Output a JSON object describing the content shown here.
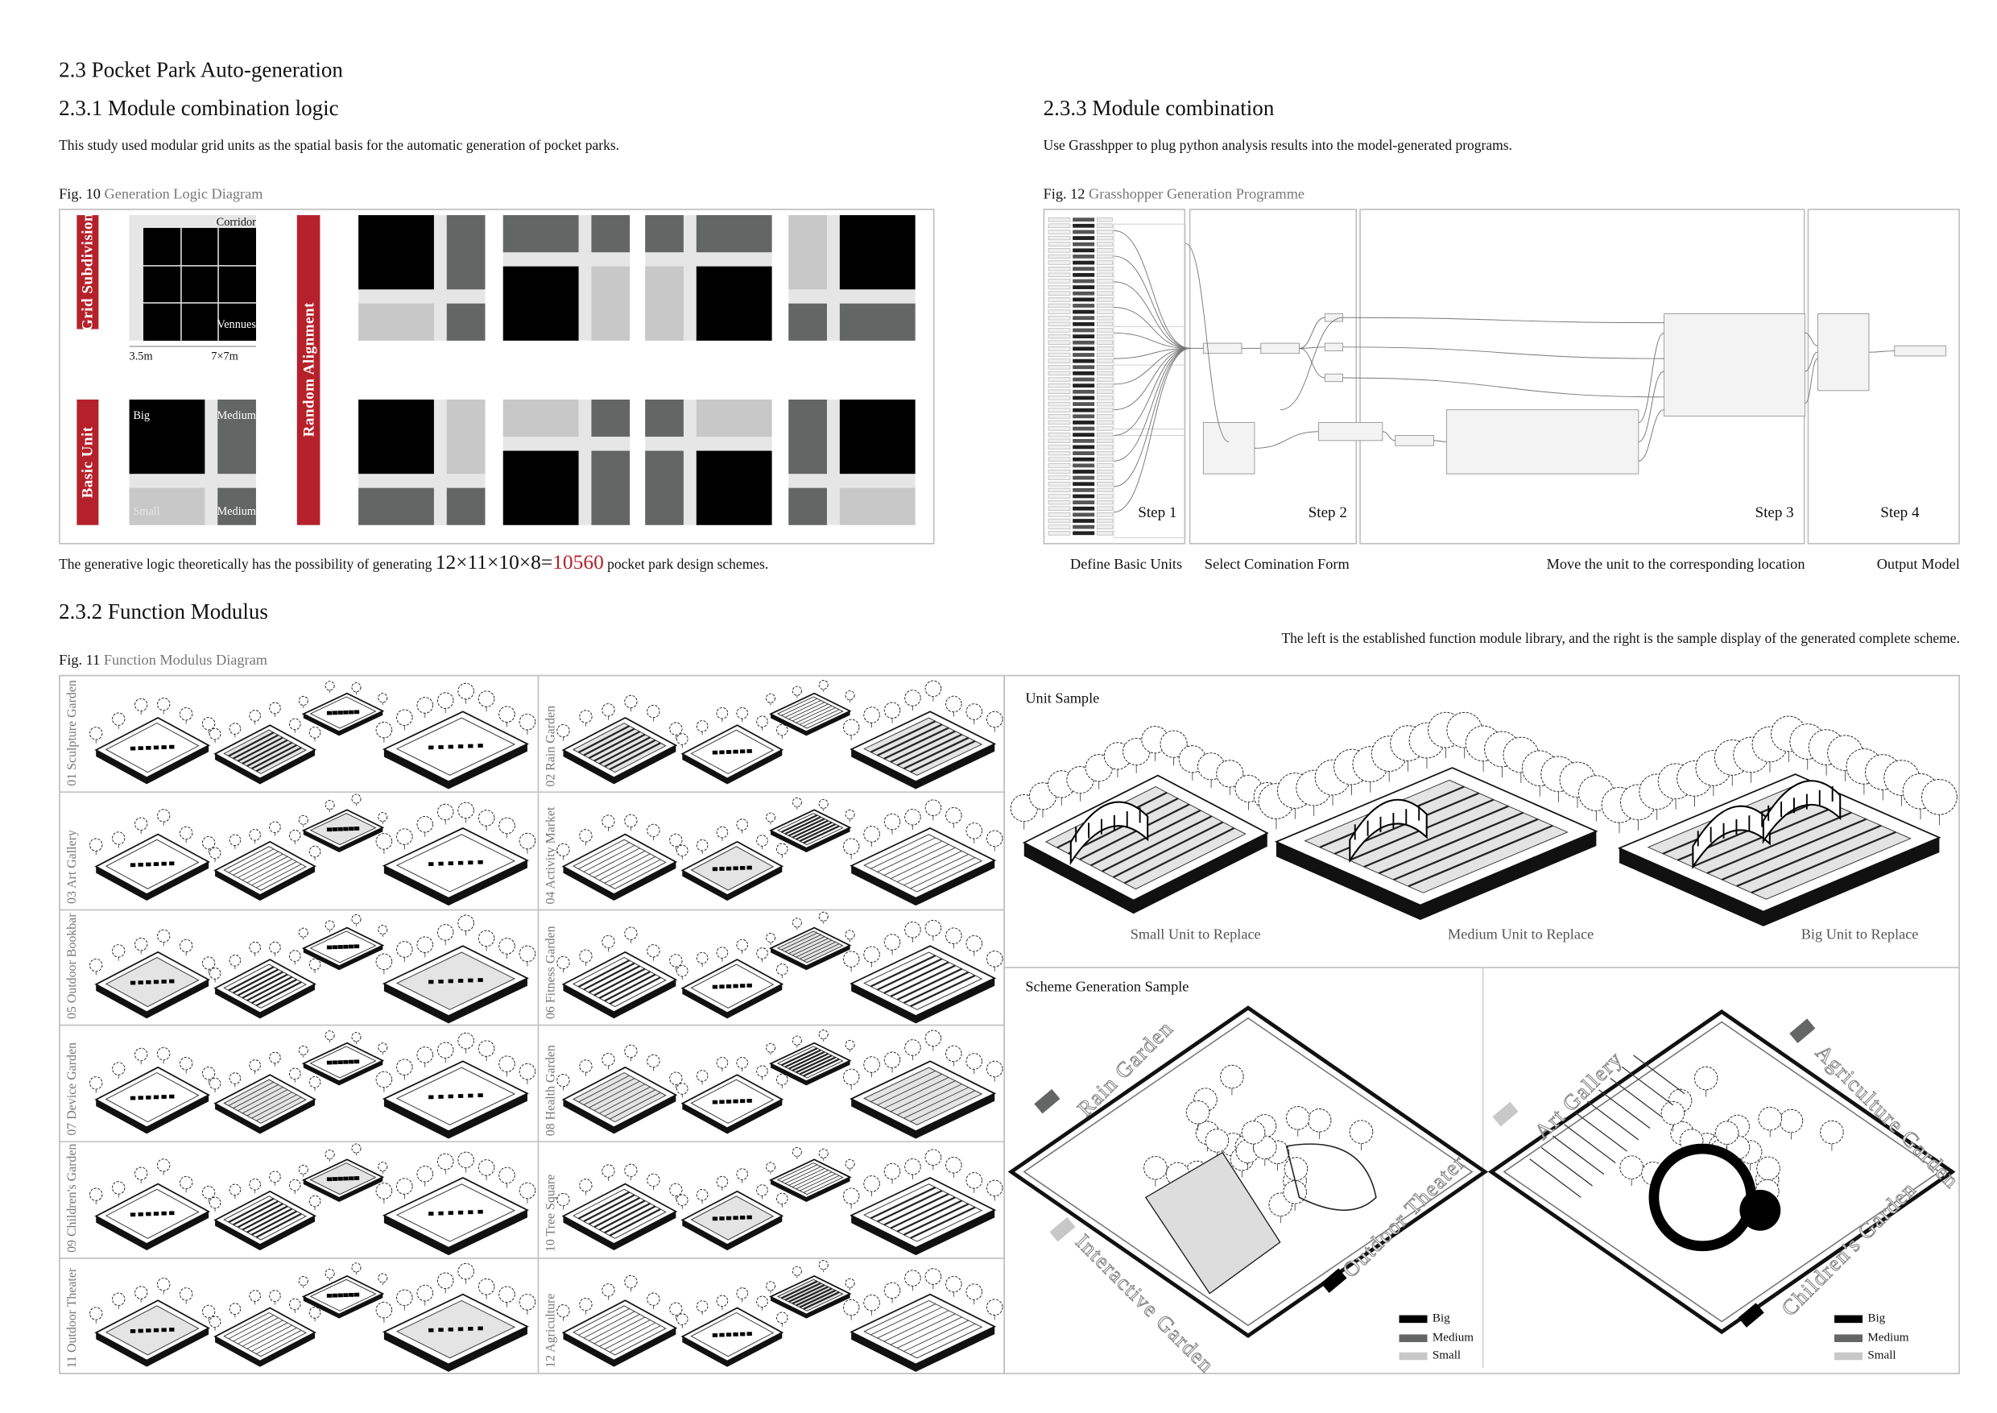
{
  "left": {
    "section_heading": "2.3 Pocket Park Auto-generation",
    "subheading": "2.3.1 Module combination logic",
    "intro": "This study used modular grid units as the spatial basis for the automatic generation of pocket parks.",
    "fig10": {
      "num": "Fig. 10",
      "title": "Generation Logic Diagram",
      "grid_subdivision": "Grid Subdivision",
      "basic_unit": "Basic Unit",
      "random_alignment": "Random Alignment",
      "corridor": "Corridor",
      "venues": "Vennues",
      "dim_corridor": "3.5m",
      "dim_venue": "7×7m",
      "big": "Big",
      "medium": "Medium",
      "small": "Small",
      "medium_2": "Medium"
    },
    "summary": {
      "prefix": "The generative logic theoretically has the possibility of generating ",
      "formula": "12×11×10×8=",
      "result": "10560",
      "suffix": " pocket park design schemes."
    },
    "function_heading": "2.3.2 Function Modulus",
    "fig11": {
      "num": "Fig. 11",
      "title": "Function Modulus Diagram"
    },
    "modules": [
      "01  Sculpture Garden",
      "02  Rain Garden",
      "03  Art Gallery",
      "04  Activity Market",
      "05  Outdoor Bookbar",
      "06  Fitness Garden",
      "07  Device Garden",
      "08  Health Garden",
      "09  Children's Garden",
      "10  Tree Square",
      "11  Outdoor Theater",
      "12  Agriculture"
    ]
  },
  "right": {
    "subheading": "2.3.3 Module combination",
    "intro": "Use Grasshpper to plug python analysis results into the model-generated programs.",
    "fig12": {
      "num": "Fig. 12",
      "title": "Grasshopper Generation Programme"
    },
    "steps": [
      {
        "label": "Step 1",
        "caption": "Define Basic Units"
      },
      {
        "label": "Step 2",
        "caption": "Select Comination Form"
      },
      {
        "label": "Step 3",
        "caption": "Move the unit to the corresponding location"
      },
      {
        "label": "Step 4",
        "caption": "Output Model"
      }
    ],
    "panel_note": "The left is the established function module library, and the right is the sample display of the generated complete scheme.",
    "unit_sample": {
      "title": "Unit Sample",
      "captions": [
        "Small Unit to Replace",
        "Medium Unit to Replace",
        "Big Unit to Replace"
      ]
    },
    "scheme_sample": {
      "title": "Scheme Generation Sample",
      "scheme_a": [
        "Rain Garden",
        "Interactive Garden",
        "Outdoor Theater"
      ],
      "scheme_b": [
        "Art Gallery",
        "Agriculture Garden",
        "Children's Garden"
      ],
      "legend": [
        "Big",
        "Medium",
        "Small"
      ]
    }
  },
  "colors": {
    "accent_red": "#b5212b",
    "big": "#000000",
    "medium": "#646565",
    "small": "#c8c8c8",
    "corridor": "#e6e6e6"
  }
}
